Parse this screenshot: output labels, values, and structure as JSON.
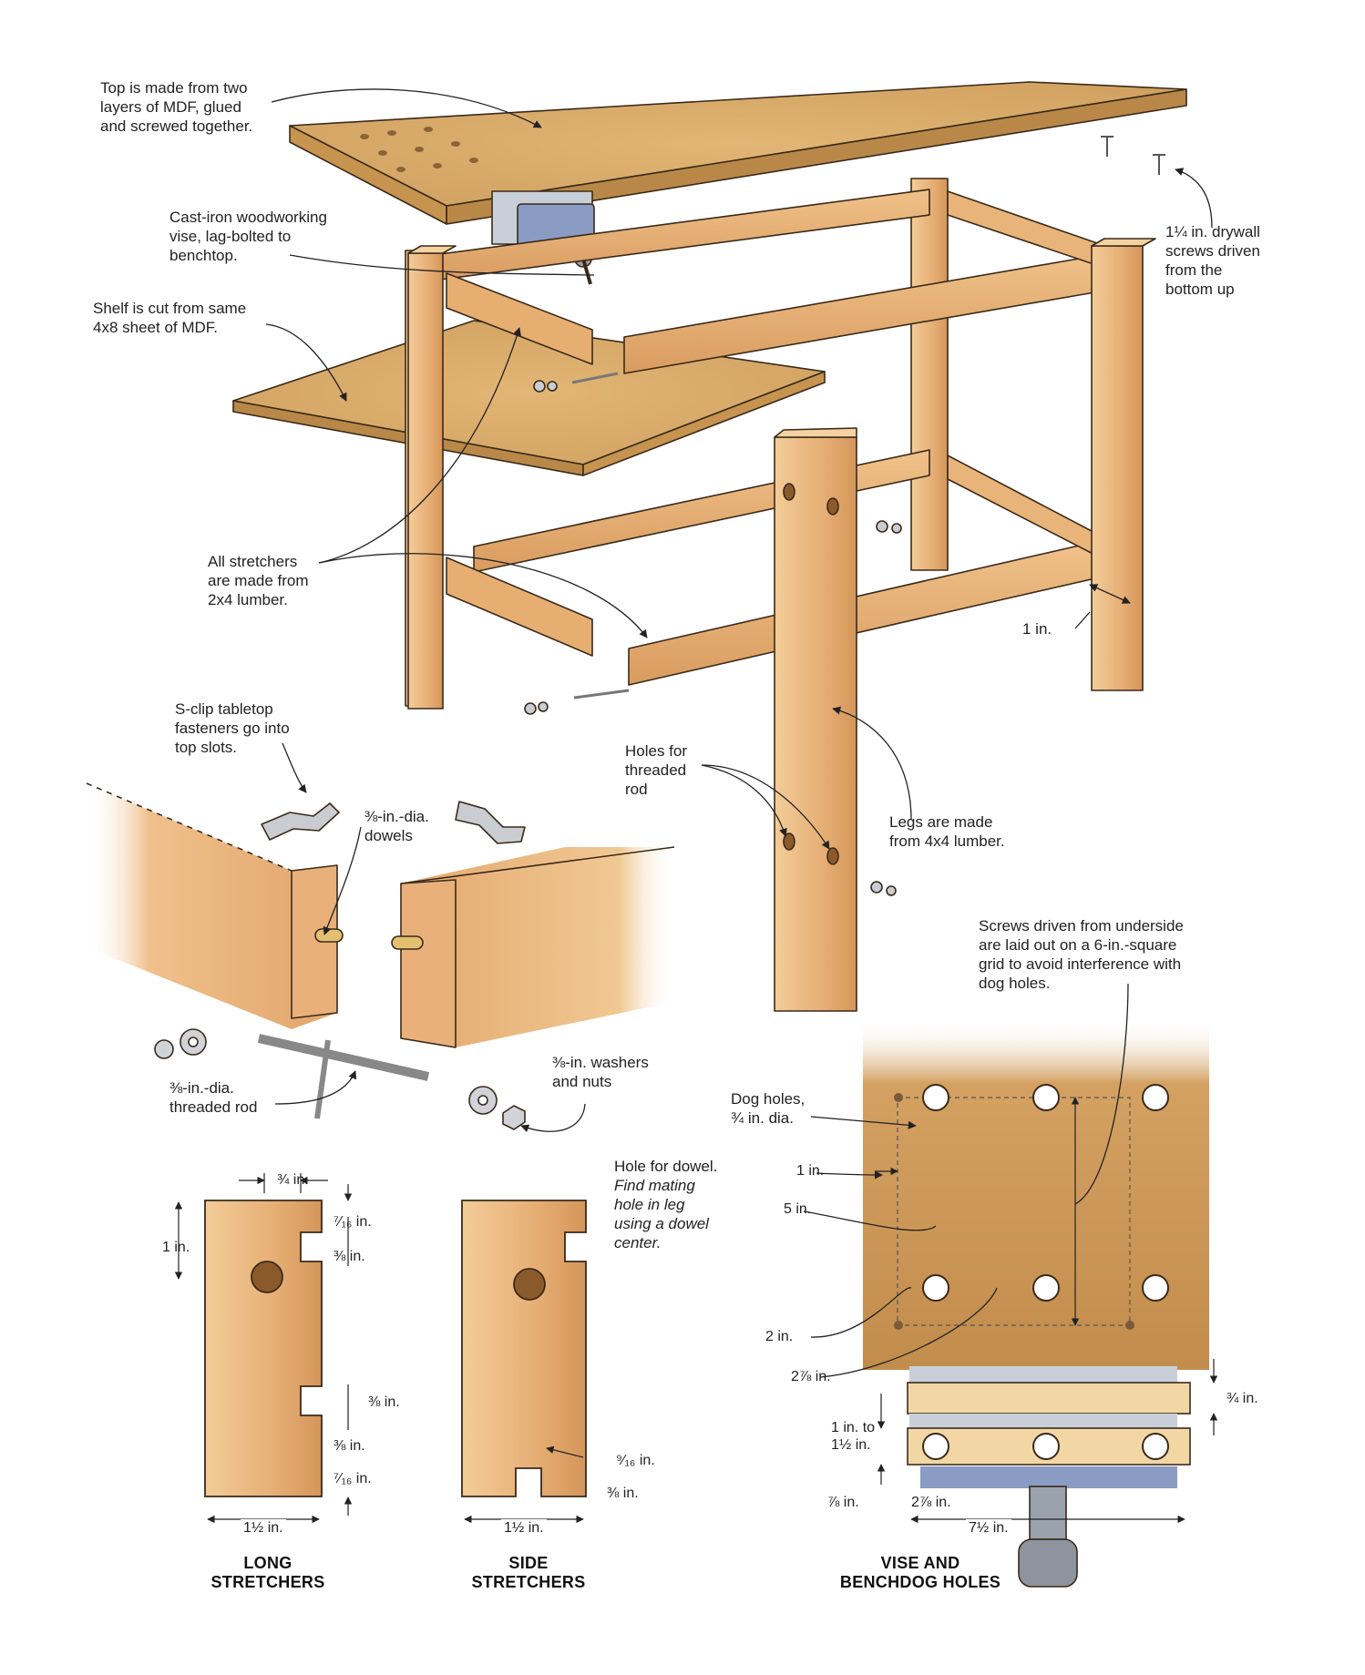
{
  "colors": {
    "wood_light": "#f0c48e",
    "wood_mid": "#e0a468",
    "wood_dark": "#c98a4e",
    "mdf": "#d9ad6c",
    "mdf_dark": "#b98848",
    "ink": "#222222",
    "metal": "#9aa2ad",
    "vise_blue": "#8a9bc4"
  },
  "callouts": {
    "top": [
      "Top is made from two",
      "layers of MDF, glued",
      "and screwed together."
    ],
    "vise": [
      "Cast-iron woodworking",
      "vise, lag-bolted to",
      "benchtop."
    ],
    "shelf": [
      "Shelf is cut from same",
      "4x8 sheet of MDF."
    ],
    "drywall_screws": [
      "1¼ in. drywall",
      "screws driven",
      "from the",
      "bottom up"
    ],
    "stretchers": [
      "All stretchers",
      "are made from",
      "2x4 lumber."
    ],
    "leg_offset": "1 in.",
    "sclip": [
      "S-clip tabletop",
      "fasteners go into",
      "top slots."
    ],
    "dowels": [
      "⅜-in.-dia.",
      "dowels"
    ],
    "rod_holes": [
      "Holes for",
      "threaded",
      "rod"
    ],
    "legs": [
      "Legs are made",
      "from 4x4 lumber."
    ],
    "threaded_rod": [
      "⅜-in.-dia.",
      "threaded rod"
    ],
    "washers": [
      "⅜-in. washers",
      "and nuts"
    ],
    "screws_grid": [
      "Screws driven from underside",
      "are laid out on a 6-in.-square",
      "grid to avoid interference with",
      "dog holes."
    ],
    "dog_holes": [
      "Dog holes,",
      "¾ in. dia."
    ],
    "dowel_hole": [
      "Hole for dowel."
    ],
    "dowel_hole_italic": [
      "Find mating",
      "hole in leg",
      "using a dowel",
      "center."
    ]
  },
  "long_stretcher": {
    "dims": {
      "three_quarter": "¾ in.",
      "seven_sixteenths_top": "⁷⁄₁₆ in.",
      "three_eighths_top": "⅜ in.",
      "one_in": "1 in.",
      "three_eighths_mid": "⅜ in.",
      "three_eighths_low": "⅜ in.",
      "seven_sixteenths_bot": "⁷⁄₁₆ in.",
      "width": "1½ in."
    },
    "caption": [
      "LONG",
      "STRETCHERS"
    ]
  },
  "side_stretcher": {
    "dims": {
      "nine_sixteenths": "⁹⁄₁₆ in.",
      "three_eighths": "⅜ in.",
      "width": "1½ in."
    },
    "caption": [
      "SIDE",
      "STRETCHERS"
    ]
  },
  "vise_detail": {
    "dims": {
      "one_in": "1 in.",
      "five_in": "5 in.",
      "two_in": "2 in.",
      "two_seven_eighths": "2⅞ in.",
      "three_quarter": "¾ in.",
      "jaw_range": [
        "1 in. to",
        "1½ in."
      ],
      "seven_eighths": "⅞ in.",
      "two_seven_eighths_jaw": "2⅞ in.",
      "seven_half": "7½ in."
    },
    "caption": [
      "VISE AND",
      "BENCHDOG HOLES"
    ]
  }
}
